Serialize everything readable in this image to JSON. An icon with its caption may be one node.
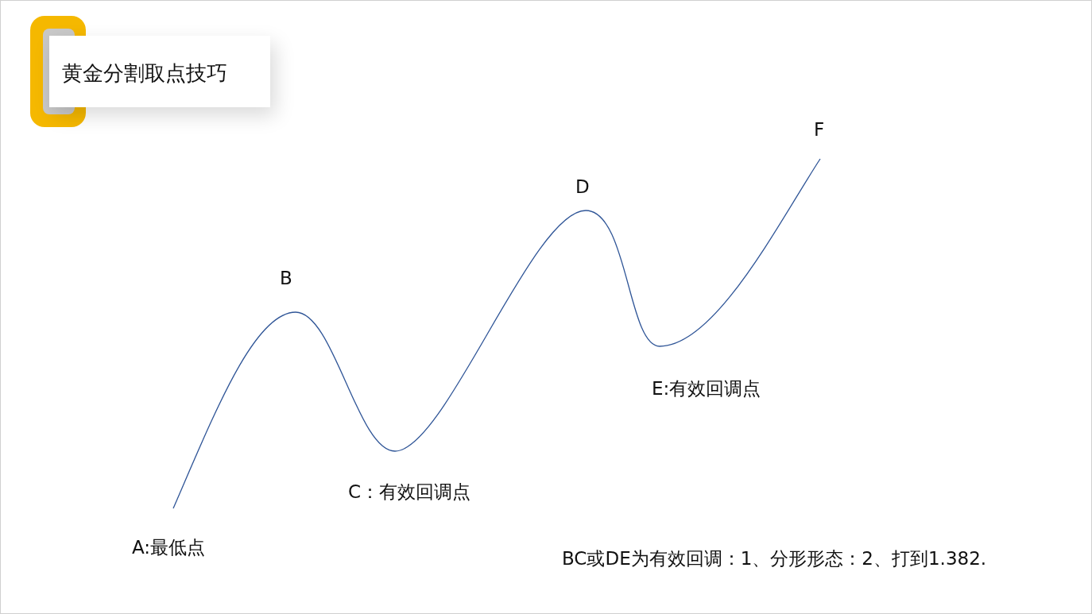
{
  "diagram": {
    "title": "黄金分割取点技巧",
    "labels": [
      "F",
      "D",
      "B",
      "E:有效回调点",
      "C：有效回调点",
      "A:最低点",
      "BC或DE为有效回调：1、分形形态：2、打到1.382."
    ]
  }
}
